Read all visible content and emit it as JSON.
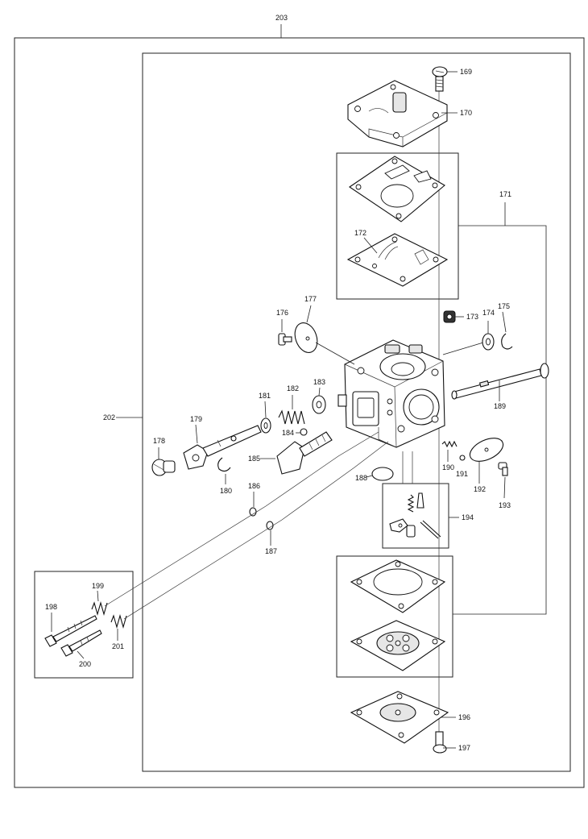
{
  "diagram": {
    "labels": {
      "p169": "169",
      "p170": "170",
      "p171": "171",
      "p172": "172",
      "p173": "173",
      "p174": "174",
      "p175": "175",
      "p176": "176",
      "p177": "177",
      "p178": "178",
      "p179": "179",
      "p180": "180",
      "p181": "181",
      "p182": "182",
      "p183": "183",
      "p184": "184",
      "p185": "185",
      "p186": "186",
      "p187": "187",
      "p188": "188",
      "p189": "189",
      "p190": "190",
      "p191": "191",
      "p192": "192",
      "p193": "193",
      "p194": "194",
      "p196": "196",
      "p197": "197",
      "p198": "198",
      "p199": "199",
      "p200": "200",
      "p201": "201",
      "p202": "202",
      "p203": "203"
    }
  }
}
